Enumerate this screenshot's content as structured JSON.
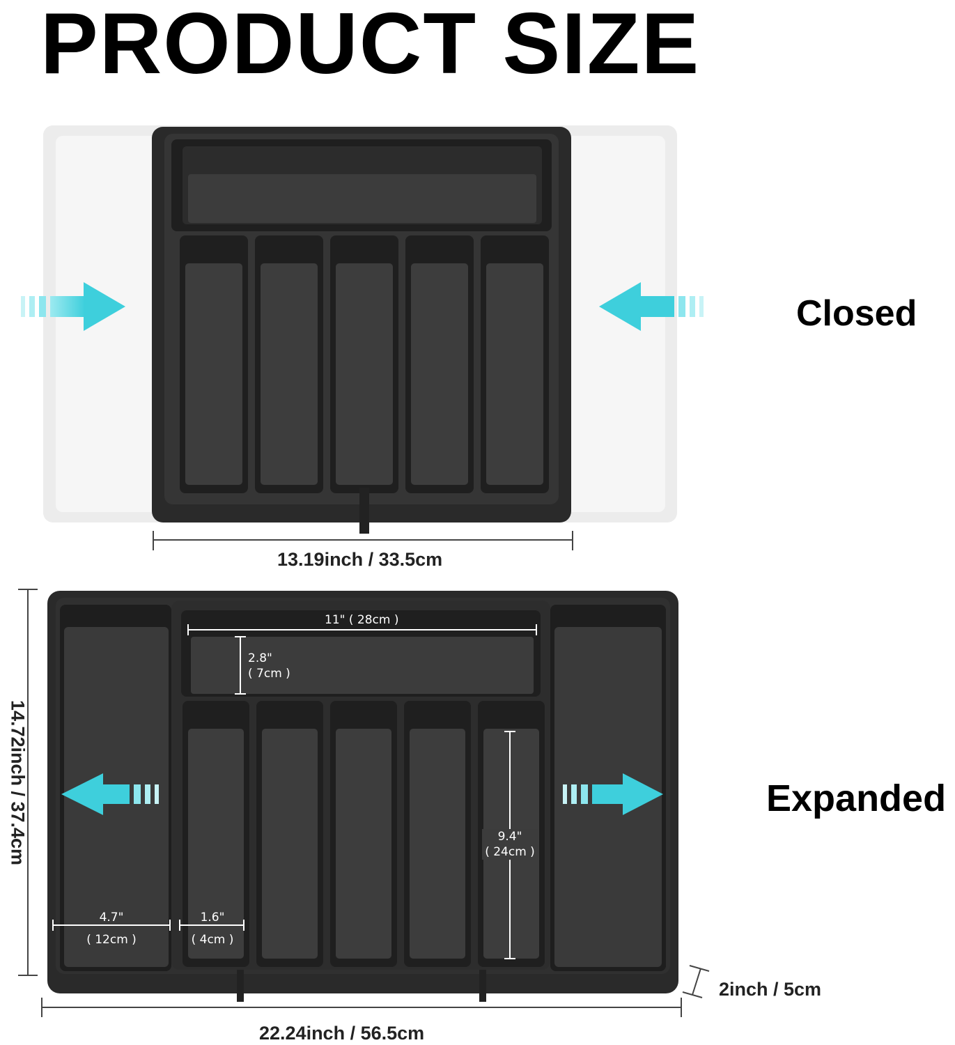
{
  "title": "PRODUCT SIZE",
  "closed": {
    "label": "Closed",
    "width": "13.19inch / 33.5cm"
  },
  "expanded": {
    "label": "Expanded",
    "width": "22.24inch / 56.5cm",
    "depth": "14.72inch / 37.4cm",
    "height": "2inch / 5cm",
    "top_compartment_width": "11\" ( 28cm )",
    "top_compartment_depth": "2.8\"",
    "top_compartment_depth_cm": "( 7cm )",
    "side_compartment_width": "4.7\"",
    "side_compartment_width_cm": "( 12cm )",
    "slot_width": "1.6\"",
    "slot_width_cm": "( 4cm )",
    "slot_length": "9.4\"",
    "slot_length_cm": "( 24cm )"
  },
  "colors": {
    "tray": "#2b2b2b",
    "tray_inner": "#3c3c3c",
    "arrow": "#4fd6e0",
    "ghost": "#eeeeee"
  }
}
